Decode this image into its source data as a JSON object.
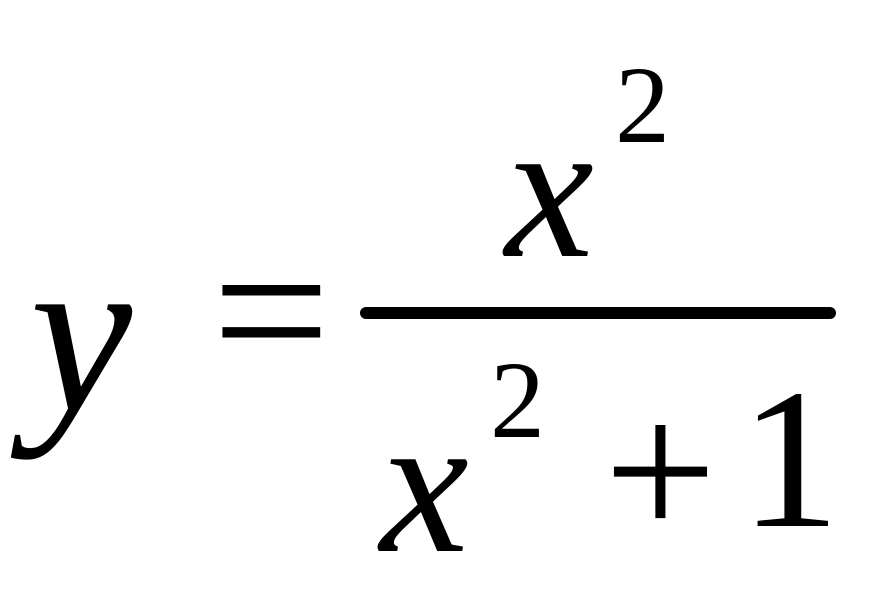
{
  "equation": {
    "lhs": {
      "variable": "y"
    },
    "relation": "=",
    "numerator": {
      "variable": "x",
      "exponent": "2"
    },
    "denominator": {
      "variable": "x",
      "exponent": "2",
      "operator": "+",
      "constant": "1"
    }
  },
  "colors": {
    "ink": "#000000",
    "background": "#ffffff"
  }
}
